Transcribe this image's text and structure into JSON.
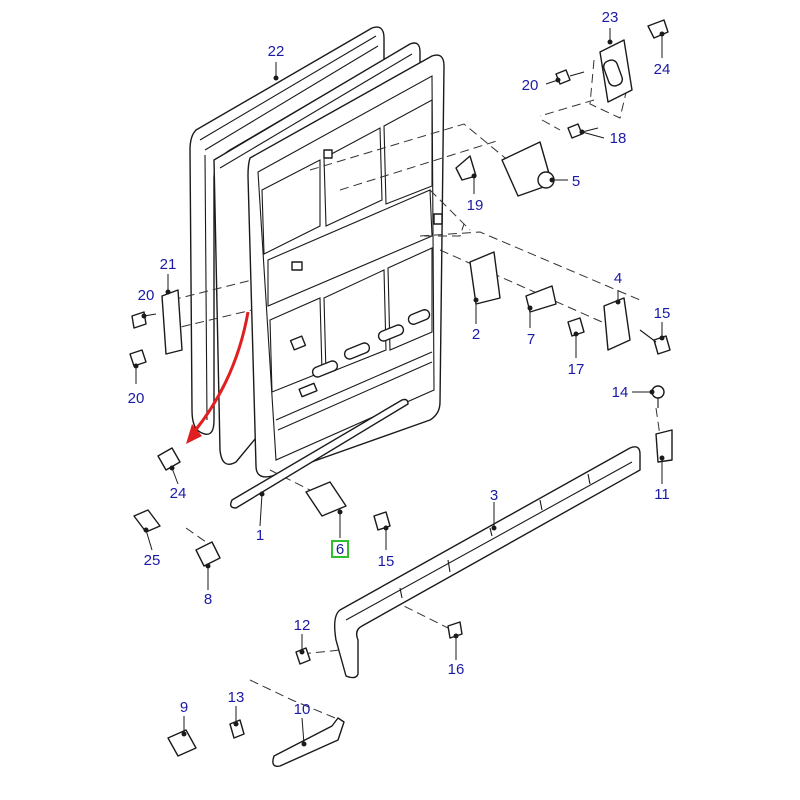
{
  "diagram": {
    "callouts": [
      {
        "id": "c1",
        "num": "1"
      },
      {
        "id": "c2",
        "num": "2"
      },
      {
        "id": "c3",
        "num": "3"
      },
      {
        "id": "c4",
        "num": "4"
      },
      {
        "id": "c5",
        "num": "5"
      },
      {
        "id": "c6",
        "num": "6",
        "highlighted": true
      },
      {
        "id": "c7",
        "num": "7"
      },
      {
        "id": "c8",
        "num": "8"
      },
      {
        "id": "c9",
        "num": "9"
      },
      {
        "id": "c10",
        "num": "10"
      },
      {
        "id": "c11",
        "num": "11"
      },
      {
        "id": "c12",
        "num": "12"
      },
      {
        "id": "c13",
        "num": "13"
      },
      {
        "id": "c14",
        "num": "14"
      },
      {
        "id": "c15a",
        "num": "15"
      },
      {
        "id": "c15b",
        "num": "15"
      },
      {
        "id": "c16",
        "num": "16"
      },
      {
        "id": "c17",
        "num": "17"
      },
      {
        "id": "c18",
        "num": "18"
      },
      {
        "id": "c19",
        "num": "19"
      },
      {
        "id": "c20a",
        "num": "20"
      },
      {
        "id": "c20b",
        "num": "20"
      },
      {
        "id": "c20c",
        "num": "20"
      },
      {
        "id": "c21",
        "num": "21"
      },
      {
        "id": "c22",
        "num": "22"
      },
      {
        "id": "c23",
        "num": "23"
      },
      {
        "id": "c24a",
        "num": "24"
      },
      {
        "id": "c24b",
        "num": "24"
      },
      {
        "id": "c25",
        "num": "25"
      }
    ],
    "colors": {
      "callout_text": "#1a1aa6",
      "highlight_box": "#2fbf2f",
      "arrow": "#e02020",
      "line": "#1a1a1a"
    }
  }
}
